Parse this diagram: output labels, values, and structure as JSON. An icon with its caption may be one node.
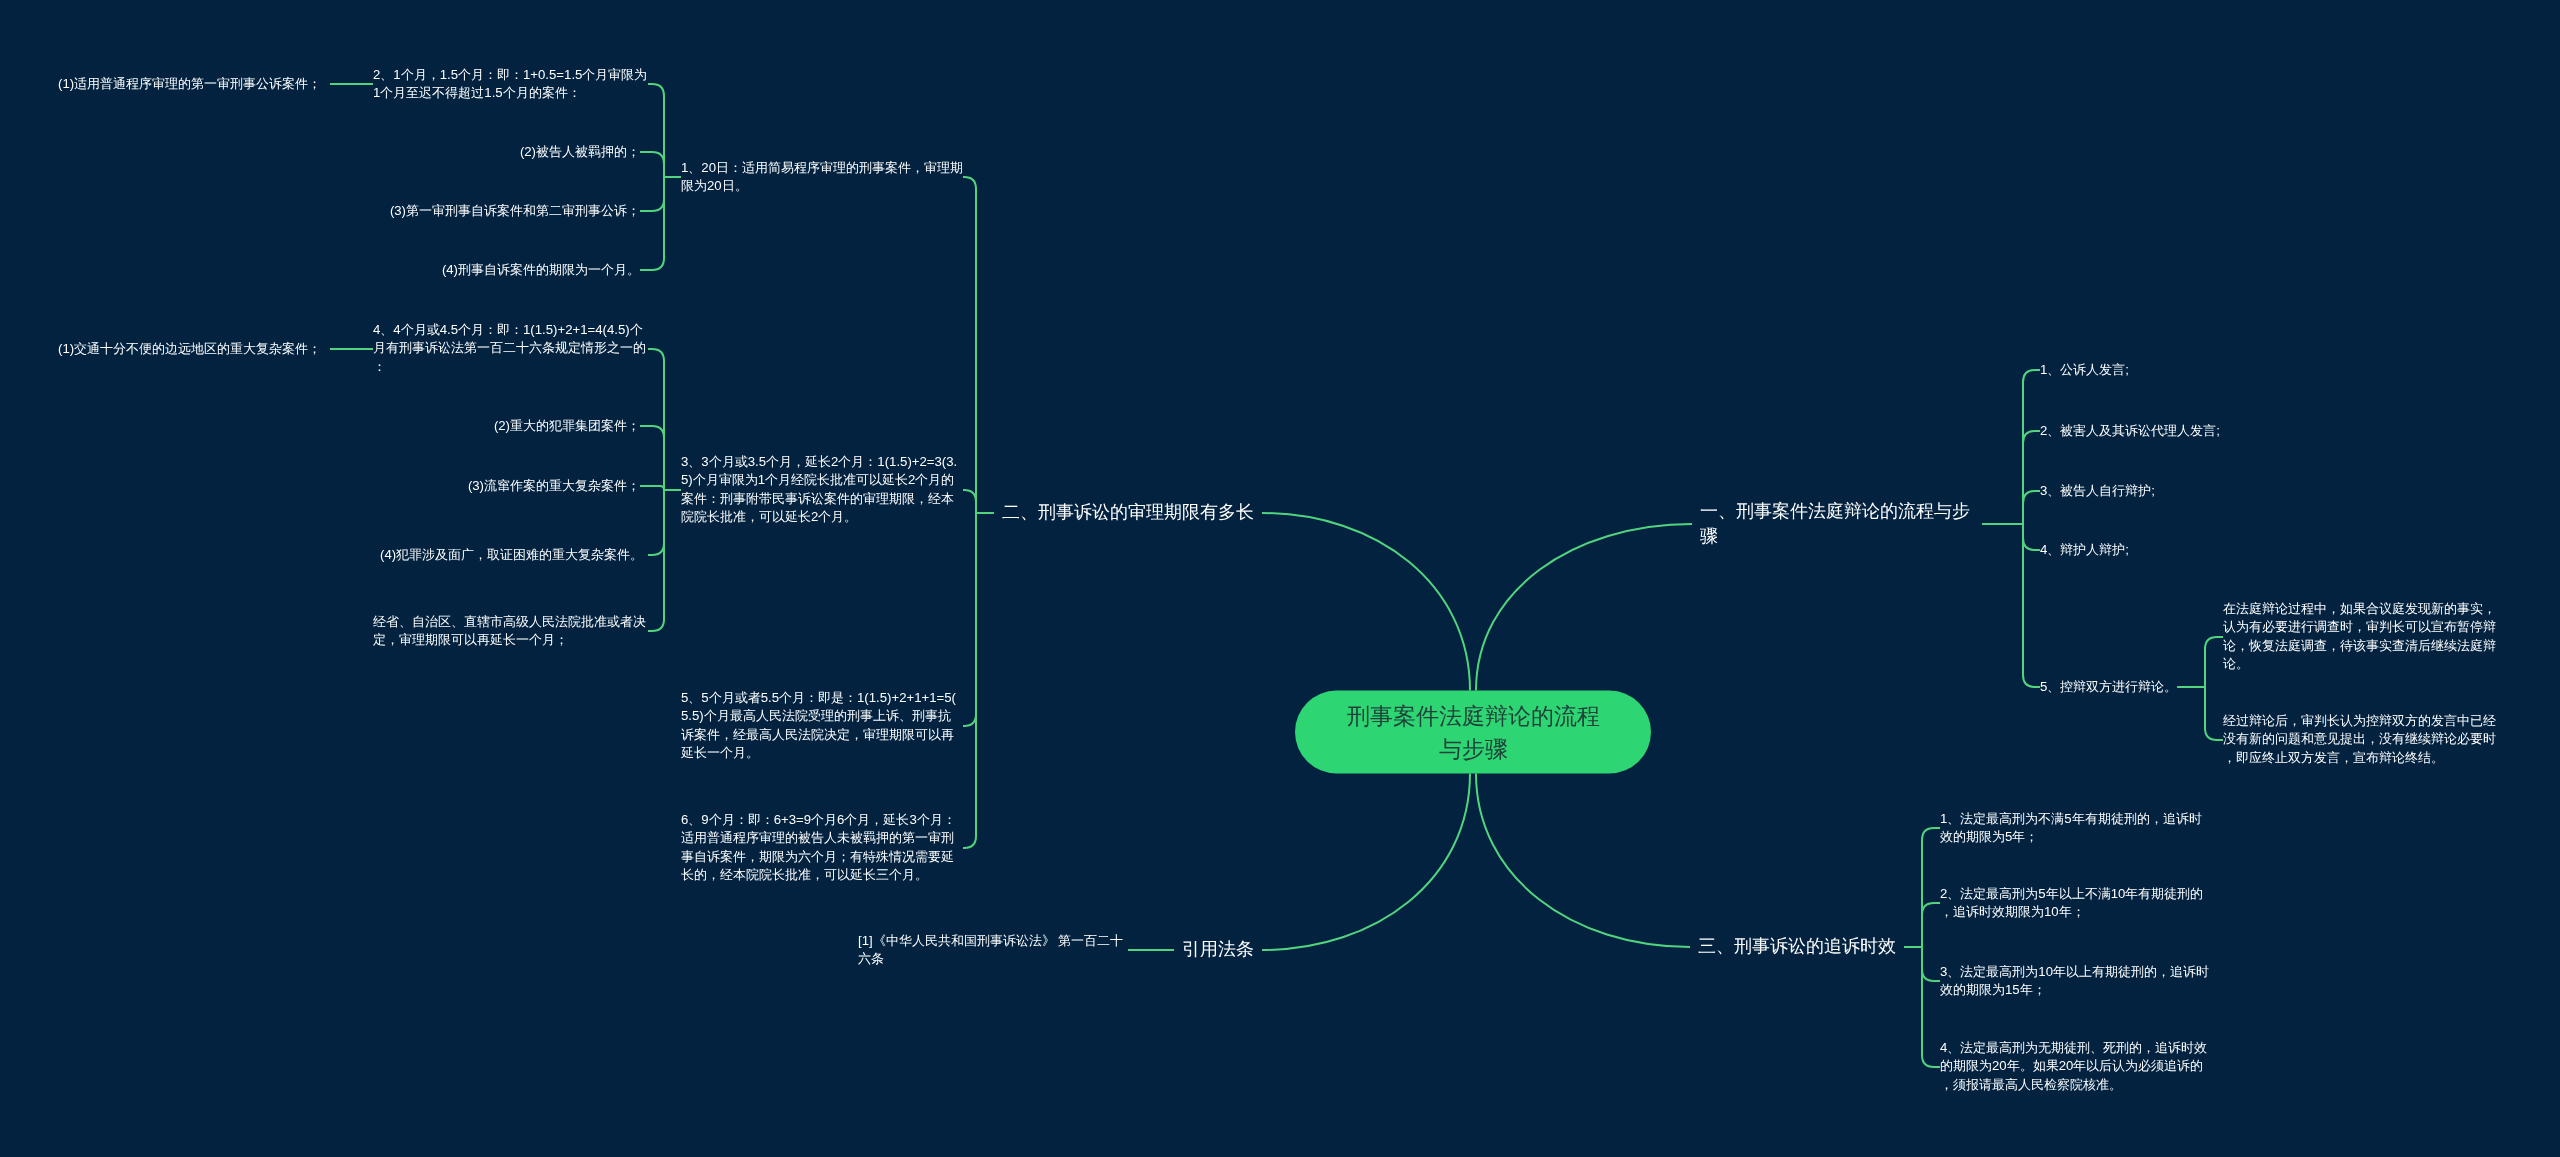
{
  "diagram": {
    "nodes": [
      {
        "text": [
          "刑事案件法庭辩论的流程与步骤"
        ]
      },
      {
        "text": [
          "二、刑事诉讼的审理期限有多长"
        ]
      },
      {
        "text": [
          "1、20日：适用简易程序审理的刑事案件，审理期限为20日。"
        ]
      },
      {
        "text": [
          "2、1个月，1.5个月：即：1+0.5=1.5个月审限为1个月至迟不得超过1.5个月的案件："
        ]
      },
      {
        "text": [
          "(1)适用普通程序审理的第一审刑事公诉案件；"
        ]
      },
      {
        "text": [
          "(2)被告人被羁押的；"
        ]
      },
      {
        "text": [
          "(3)第一审刑事自诉案件和第二审刑事公诉；"
        ]
      },
      {
        "text": [
          "(4)刑事自诉案件的期限为一个月。"
        ]
      },
      {
        "text": [
          "3、3个月或3.5个月，延长2个月：1(1.5)+2=3(3.5)个月审限为1个月经院长批准可以延长2个月的案件：刑事附带民事诉讼案件的审理期限，经本院院长批准，可以延长2个月。"
        ]
      },
      {
        "text": [
          "4、4个月或4.5个月：即：1(1.5)+2+1=4(4.5)个月有刑事诉讼法第一百二十六条规定情形之一的："
        ]
      },
      {
        "text": [
          "(1)交通十分不便的边远地区的重大复杂案件；"
        ]
      },
      {
        "text": [
          "(2)重大的犯罪集团案件；"
        ]
      },
      {
        "text": [
          "(3)流窜作案的重大复杂案件；"
        ]
      },
      {
        "text": [
          "(4)犯罪涉及面广，取证困难的重大复杂案件。"
        ]
      },
      {
        "text": [
          "经省、自治区、直辖市高级人民法院批准或者决定，审理期限可以再延长一个月；"
        ]
      },
      {
        "text": [
          "5、5个月或者5.5个月：即是：1(1.5)+2+1+1=5(5.5)个月最高人民法院受理的刑事上诉、刑事抗诉案件，经最高人民法院决定，审理期限可以再延长一个月。"
        ]
      },
      {
        "text": [
          "6、9个月：即：6+3=9个月6个月，延长3个月：适用普通程序审理的被告人未被羁押的第一审刑事自诉案件，期限为六个月；有特殊情况需要延长的，经本院院长批准，可以延长三个月。"
        ]
      },
      {
        "text": [
          "引用法条"
        ]
      },
      {
        "text": [
          "[1]《中华人民共和国刑事诉讼法》 第一百二十六条"
        ]
      },
      {
        "text": [
          "一、刑事案件法庭辩论的流程与步骤"
        ]
      },
      {
        "text": [
          "1、公诉人发言;"
        ]
      },
      {
        "text": [
          "2、被害人及其诉讼代理人发言;"
        ]
      },
      {
        "text": [
          "3、被告人自行辩护;"
        ]
      },
      {
        "text": [
          "4、辩护人辩护;"
        ]
      },
      {
        "text": [
          "5、控辩双方进行辩论。"
        ]
      },
      {
        "text": [
          "在法庭辩论过程中，如果合议庭发现新的事实，认为有必要进行调查时，审判长可以宣布暂停辩论，恢复法庭调查，待该事实查清后继续法庭辩论。"
        ]
      },
      {
        "text": [
          "经过辩论后，审判长认为控辩双方的发言中已经没有新的问题和意见提出，没有继续辩论必要时，即应终止双方发言，宣布辩论终结。"
        ]
      },
      {
        "text": [
          "三、刑事诉讼的追诉时效"
        ]
      },
      {
        "text": [
          "1、法定最高刑为不满5年有期徒刑的，追诉时效的期限为5年；"
        ]
      },
      {
        "text": [
          "2、法定最高刑为5年以上不满10年有期徒刑的，追诉时效期限为10年；"
        ]
      },
      {
        "text": [
          "3、法定最高刑为10年以上有期徒刑的，追诉时效的期限为15年；"
        ]
      },
      {
        "text": [
          "4、法定最高刑为无期徒刑、死刑的，追诉时效的期限为20年。如果20年以后认为必须追诉的，须报请最高人民检察院核准。"
        ]
      }
    ],
    "edges": [
      {
        "from": 0,
        "to": 1,
        "arrow": "none"
      },
      {
        "from": 1,
        "to": 2,
        "arrow": "none"
      },
      {
        "from": 2,
        "to": 3,
        "arrow": "none"
      },
      {
        "from": 3,
        "to": 4,
        "arrow": "none"
      },
      {
        "from": 2,
        "to": 5,
        "arrow": "none"
      },
      {
        "from": 2,
        "to": 6,
        "arrow": "none"
      },
      {
        "from": 2,
        "to": 7,
        "arrow": "none"
      },
      {
        "from": 1,
        "to": 8,
        "arrow": "none"
      },
      {
        "from": 8,
        "to": 9,
        "arrow": "none"
      },
      {
        "from": 9,
        "to": 10,
        "arrow": "none"
      },
      {
        "from": 8,
        "to": 11,
        "arrow": "none"
      },
      {
        "from": 8,
        "to": 12,
        "arrow": "none"
      },
      {
        "from": 8,
        "to": 13,
        "arrow": "none"
      },
      {
        "from": 8,
        "to": 14,
        "arrow": "none"
      },
      {
        "from": 1,
        "to": 15,
        "arrow": "none"
      },
      {
        "from": 1,
        "to": 16,
        "arrow": "none"
      },
      {
        "from": 0,
        "to": 17,
        "arrow": "none"
      },
      {
        "from": 17,
        "to": 18,
        "arrow": "none"
      },
      {
        "from": 0,
        "to": 19,
        "arrow": "none"
      },
      {
        "from": 19,
        "to": 20,
        "arrow": "none"
      },
      {
        "from": 19,
        "to": 21,
        "arrow": "none"
      },
      {
        "from": 19,
        "to": 22,
        "arrow": "none"
      },
      {
        "from": 19,
        "to": 23,
        "arrow": "none"
      },
      {
        "from": 19,
        "to": 24,
        "arrow": "none"
      },
      {
        "from": 24,
        "to": 25,
        "arrow": "none"
      },
      {
        "from": 24,
        "to": 26,
        "arrow": "none"
      },
      {
        "from": 0,
        "to": 27,
        "arrow": "none"
      },
      {
        "from": 27,
        "to": 28,
        "arrow": "none"
      },
      {
        "from": 27,
        "to": 29,
        "arrow": "none"
      },
      {
        "from": 27,
        "to": 30,
        "arrow": "none"
      },
      {
        "from": 27,
        "to": 31,
        "arrow": "none"
      }
    ]
  }
}
